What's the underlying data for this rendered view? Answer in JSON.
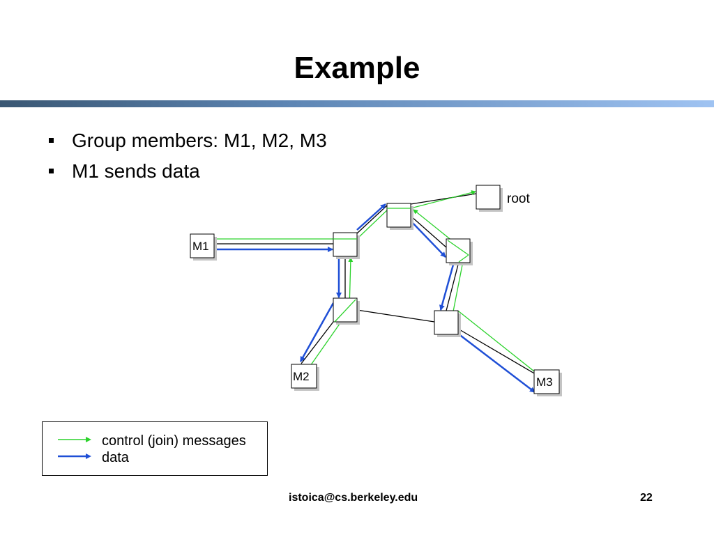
{
  "slide": {
    "title": "Example",
    "bullets": [
      "Group members: M1, M2, M3",
      "M1 sends data"
    ]
  },
  "diagram": {
    "nodes": [
      {
        "id": "M1",
        "label": "M1"
      },
      {
        "id": "M2",
        "label": "M2"
      },
      {
        "id": "M3",
        "label": "M3"
      },
      {
        "id": "root",
        "label": "root"
      }
    ],
    "colors": {
      "control": "#2bd22b",
      "data": "#1f4fd6",
      "link": "#000000"
    }
  },
  "legend": {
    "control_label": "control (join) messages",
    "data_label": "data"
  },
  "footer": {
    "email": "istoica@cs.berkeley.edu",
    "page": "22"
  }
}
